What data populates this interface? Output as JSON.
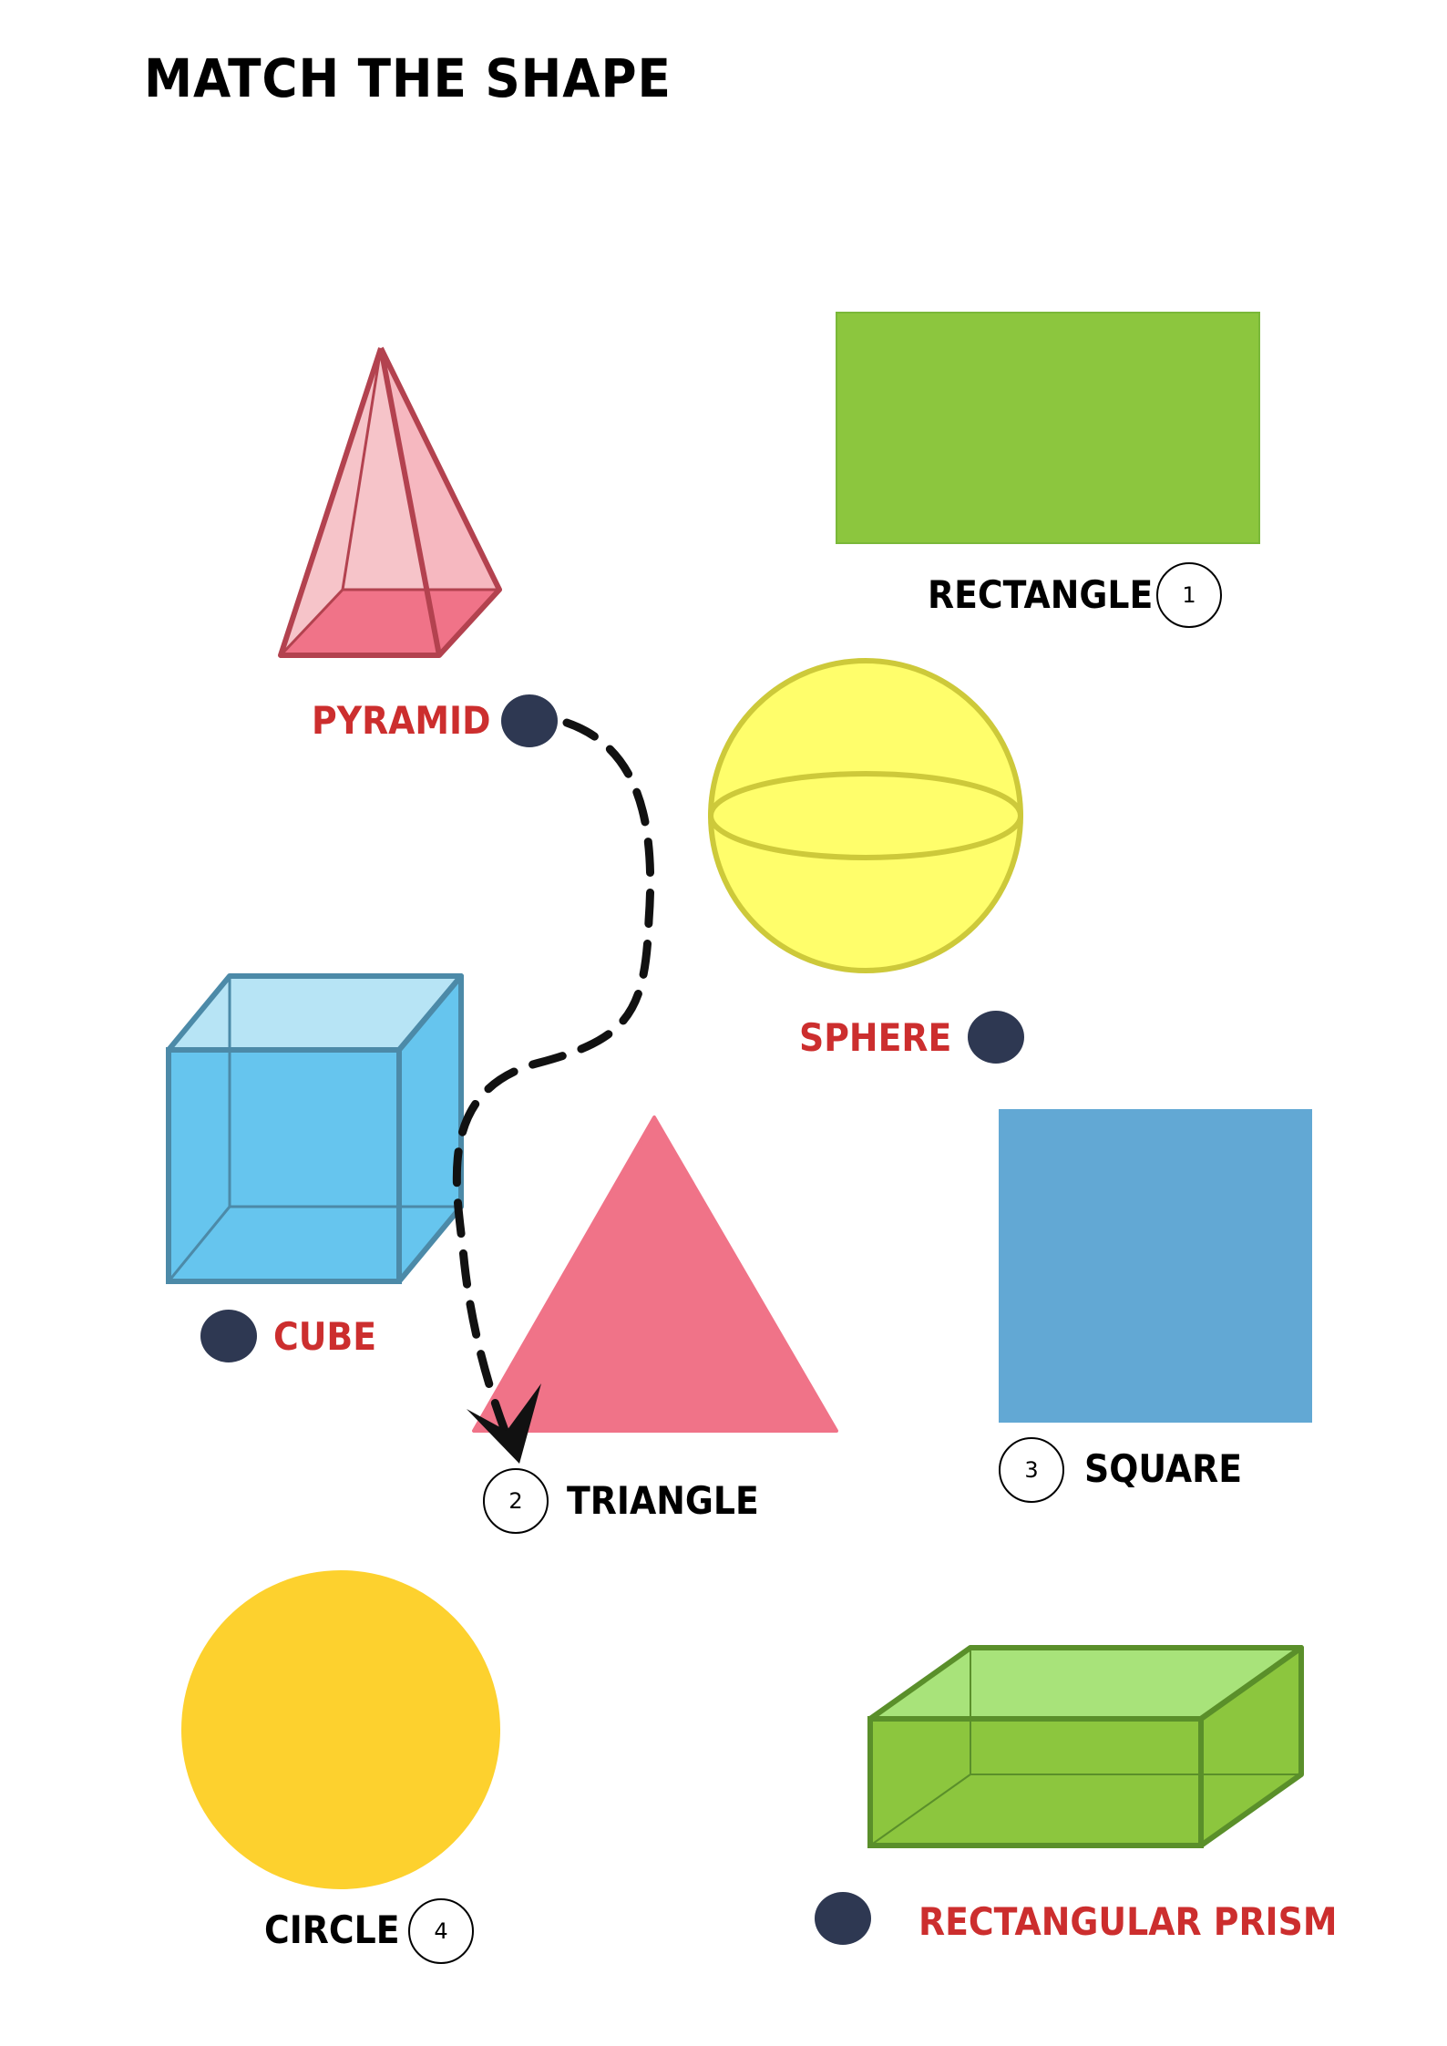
{
  "title": "MATCH THE SHAPE",
  "shapes": {
    "rectangle": {
      "label": "RECTANGLE",
      "number": "1",
      "color": "#8cc63e"
    },
    "triangle": {
      "label": "TRIANGLE",
      "number": "2",
      "color": "#f07388"
    },
    "square": {
      "label": "SQUARE",
      "number": "3",
      "color": "#62a8d4"
    },
    "circle": {
      "label": "CIRCLE",
      "number": "4",
      "color": "#fdd12e"
    }
  },
  "solids": {
    "pyramid": {
      "label": "PYRAMID",
      "color": "#f6c4c9"
    },
    "sphere": {
      "label": "SPHERE",
      "color": "#fffe6b"
    },
    "cube": {
      "label": "CUBE",
      "color": "#66c5ee"
    },
    "prism": {
      "label": "RECTANGULAR PRISM",
      "color": "#8cc63e"
    }
  },
  "colors": {
    "label_red": "#cc2e2e",
    "dot": "#2e3852",
    "line": "#111111"
  }
}
